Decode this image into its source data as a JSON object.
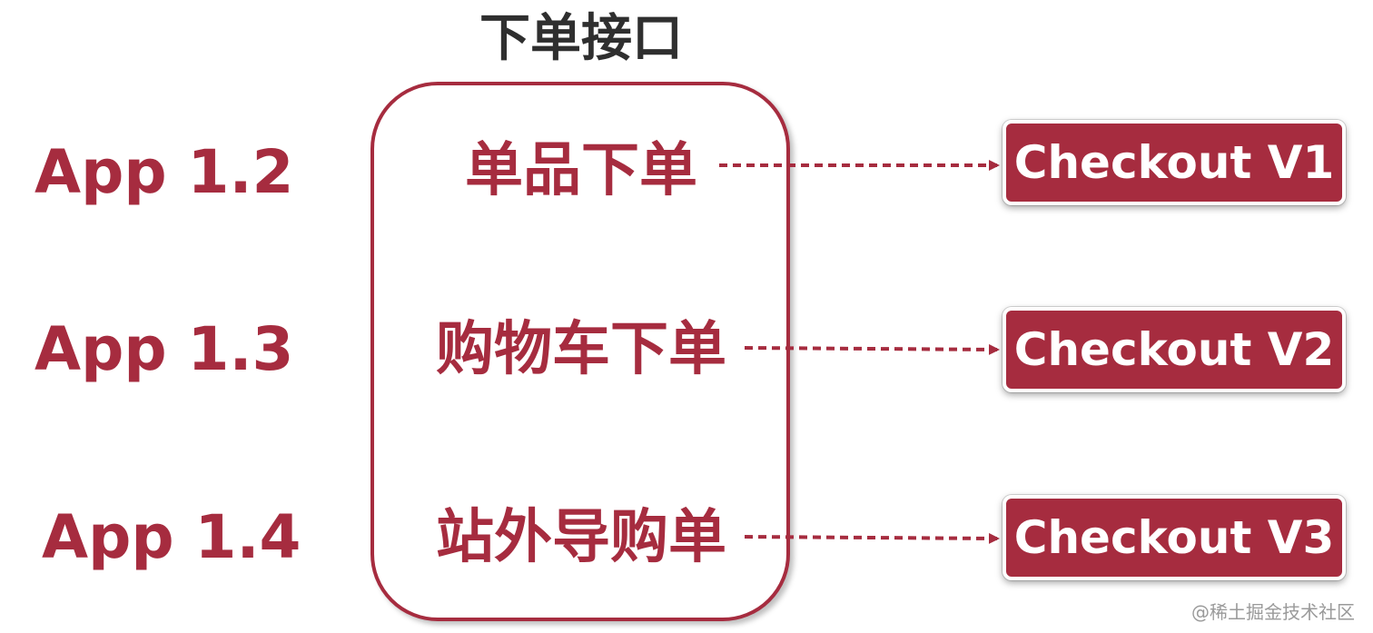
{
  "title": "下单接口",
  "apps": [
    {
      "label": "App 1.2"
    },
    {
      "label": "App 1.3"
    },
    {
      "label": "App 1.4"
    }
  ],
  "entries": [
    {
      "label": "单品下单"
    },
    {
      "label": "购物车下单"
    },
    {
      "label": "站外导购单"
    }
  ],
  "checkouts": [
    {
      "label": "Checkout V1"
    },
    {
      "label": "Checkout V2"
    },
    {
      "label": "Checkout V3"
    }
  ],
  "watermark": "@稀土掘金技术社区",
  "colors": {
    "accent": "#a62c3f",
    "title": "#2f2f2f",
    "background": "#ffffff"
  }
}
